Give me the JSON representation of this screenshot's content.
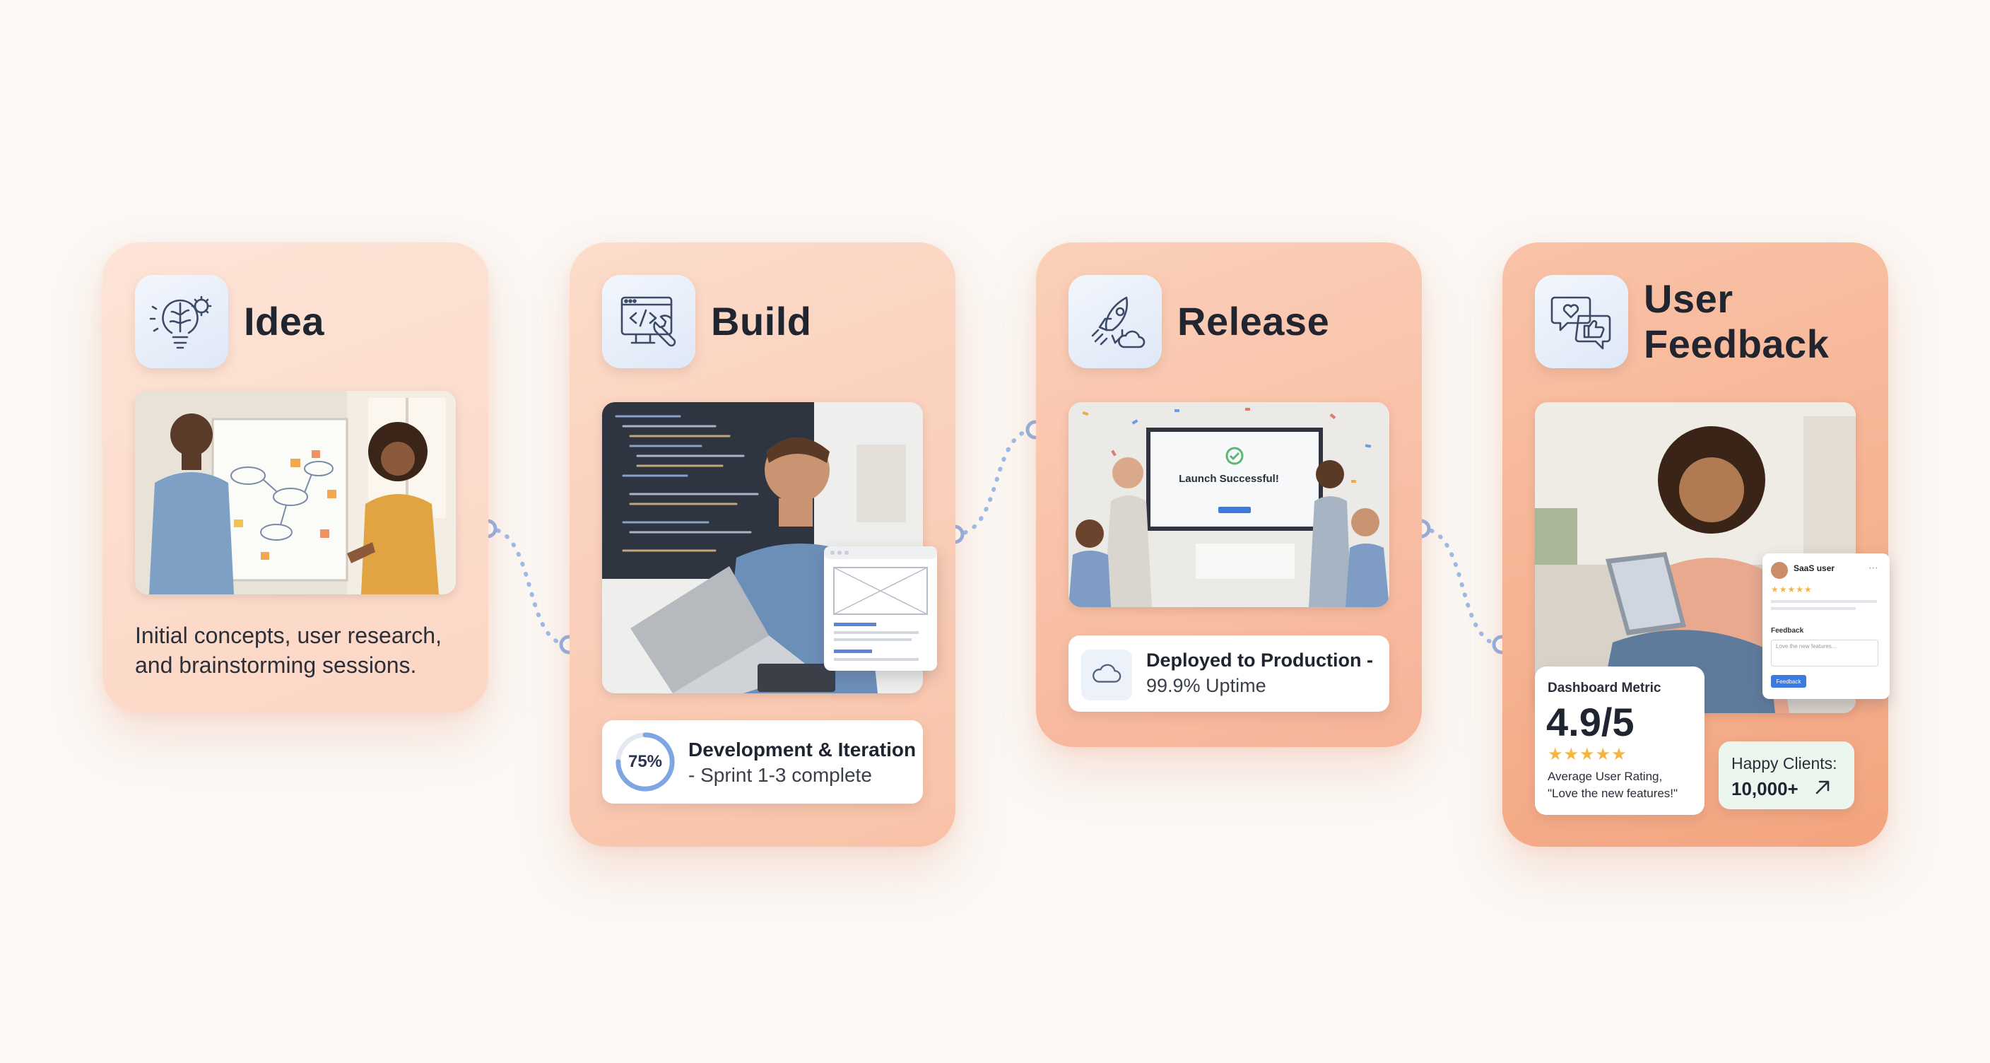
{
  "stages": {
    "idea": {
      "title": "Idea",
      "icon": "brain-lightbulb-icon",
      "description": "Initial concepts, user research, and brainstorming sessions."
    },
    "build": {
      "title": "Build",
      "icon": "monitor-code-wrench-icon",
      "progress_label": "75%",
      "progress_value": 0.75,
      "status_title": "Development & Iteration",
      "status_sub": "- Sprint 1-3 complete"
    },
    "release": {
      "title": "Release",
      "icon": "rocket-cloud-icon",
      "screen_text": "Launch Successful!",
      "status_title": "Deployed to Production -",
      "status_sub": "99.9% Uptime",
      "status_icon": "cloud-icon"
    },
    "feedback": {
      "title": "User\nFeedback",
      "icon": "chat-heart-thumbs-up-icon",
      "tablet_user": "SaaS user",
      "tablet_field_label": "Feedback",
      "tablet_placeholder": "Love the new features...",
      "tablet_button": "Feedback",
      "metric_label": "Dashboard Metric",
      "metric_value": "4.9/5",
      "stars": 5,
      "metric_caption_1": "Average User Rating,",
      "metric_caption_2": "\"Love the new features!\"",
      "clients_label": "Happy Clients:",
      "clients_value": "10,000+",
      "trend_icon": "arrow-up-right-icon"
    }
  },
  "colors": {
    "accent_blue": "#7ea6e0",
    "star_gold": "#f4b63f",
    "text_dark": "#20252f"
  }
}
